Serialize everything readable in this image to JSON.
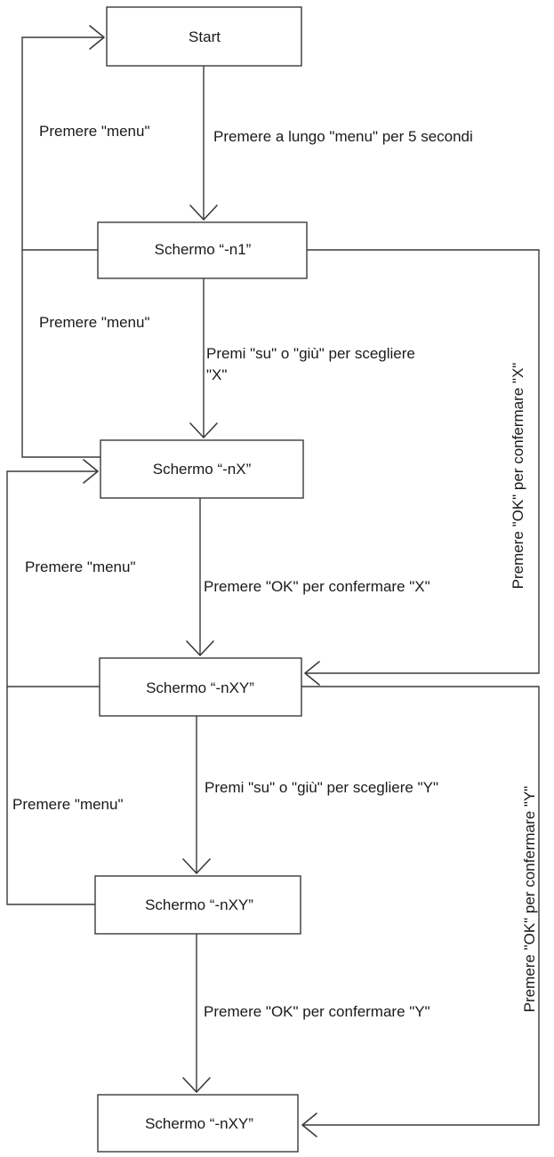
{
  "nodes": {
    "start": "Start",
    "schermo_n1": "Schermo “-n1”",
    "schermo_nx": "Schermo “-nX”",
    "schermo_nxy_1": "Schermo “-nXY”",
    "schermo_nxy_2": "Schermo “-nXY”",
    "schermo_nxy_3": "Schermo “-nXY”"
  },
  "edges": {
    "menu_back_1": "Premere \"menu\"",
    "long_press_menu": "Premere a lungo \"menu\" per 5 secondi",
    "menu_back_2": "Premere \"menu\"",
    "choose_x_line1": "Premi \"su\" o \"giù\" per scegliere",
    "choose_x_line2": "\"X\"",
    "menu_back_3": "Premere \"menu\"",
    "ok_confirm_x": "Premere \"OK\" per confermare \"X\"",
    "ok_confirm_x_side": "Premere \"OK\" per confermare \"X\"",
    "choose_y": "Premi \"su\" o \"giù\" per scegliere \"Y\"",
    "menu_back_4": "Premere \"menu\"",
    "ok_confirm_y": "Premere \"OK\" per confermare \"Y\"",
    "ok_confirm_y_side": "Premere \"OK\" per confermare \"Y\""
  }
}
